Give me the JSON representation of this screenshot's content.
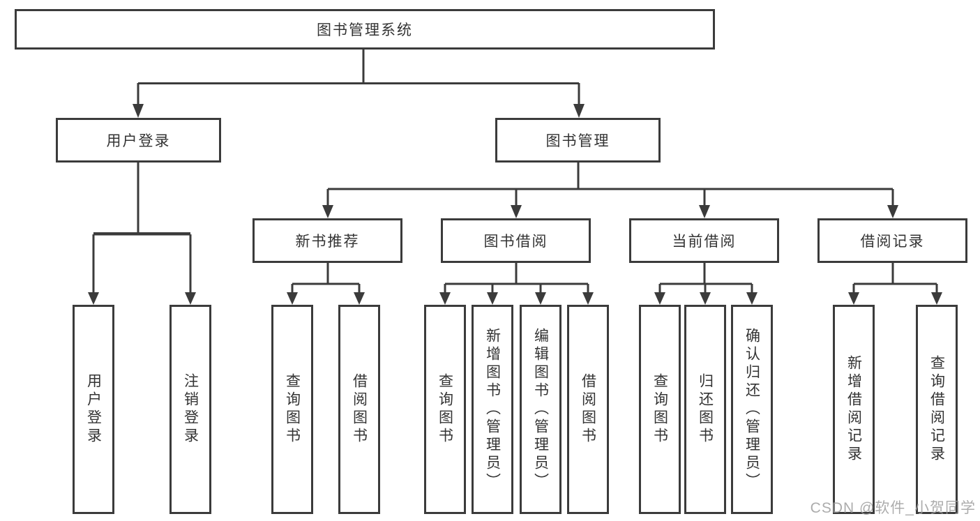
{
  "diagram_type": "functional-structure-tree",
  "colors": {
    "line": "#3b3b3b",
    "box_border": "#3b3b3b",
    "text": "#333333",
    "background": "#ffffff",
    "watermark": "#9e9e9e"
  },
  "tree": {
    "root": {
      "label": "图书管理系统",
      "children": [
        {
          "label": "用户登录",
          "children": [
            {
              "label": "用户登录"
            },
            {
              "label": "注销登录"
            }
          ]
        },
        {
          "label": "图书管理",
          "children": [
            {
              "label": "新书推荐",
              "children": [
                {
                  "label": "查询图书"
                },
                {
                  "label": "借阅图书"
                }
              ]
            },
            {
              "label": "图书借阅",
              "children": [
                {
                  "label": "查询图书"
                },
                {
                  "label": "新增图书（管理员）"
                },
                {
                  "label": "编辑图书（管理员）"
                },
                {
                  "label": "借阅图书"
                }
              ]
            },
            {
              "label": "当前借阅",
              "children": [
                {
                  "label": "查询图书"
                },
                {
                  "label": "归还图书"
                },
                {
                  "label": "确认归还（管理员）"
                }
              ]
            },
            {
              "label": "借阅记录",
              "children": [
                {
                  "label": "新增借阅记录"
                },
                {
                  "label": "查询借阅记录"
                }
              ]
            }
          ]
        }
      ]
    }
  },
  "watermark": {
    "text": "CSDN @软件_小贺同学"
  }
}
